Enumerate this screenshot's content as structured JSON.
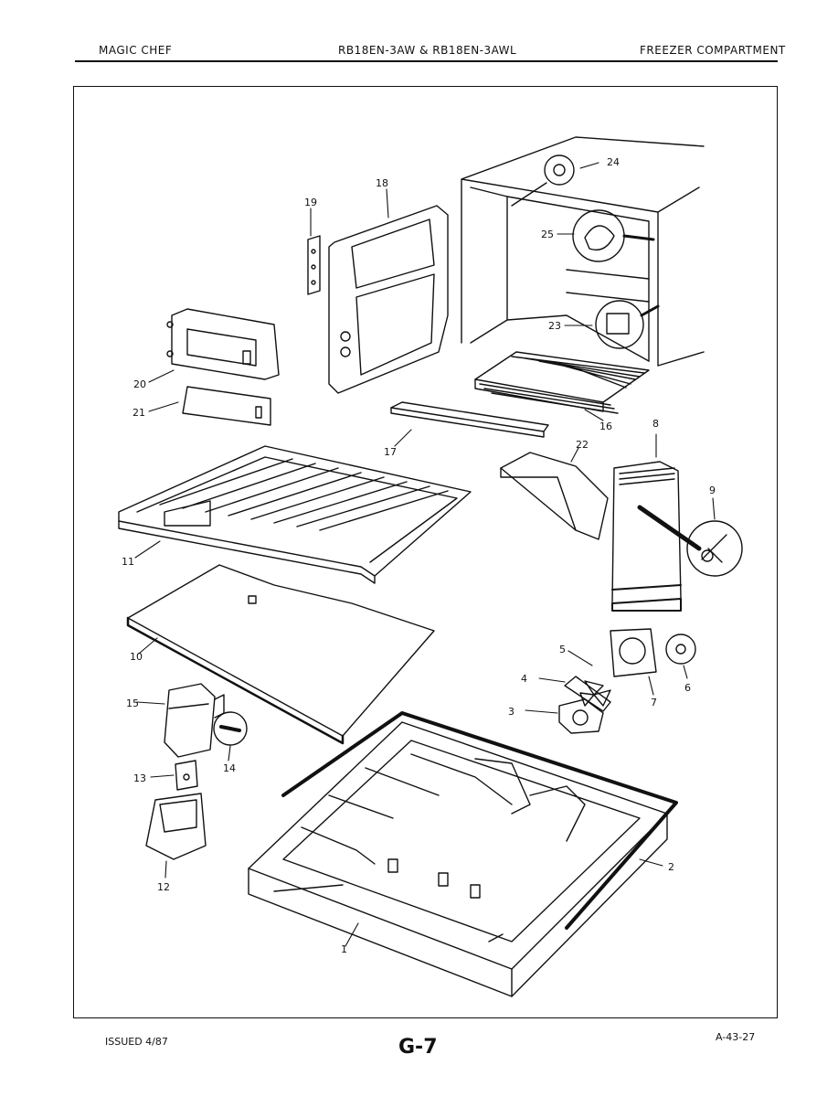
{
  "header": {
    "left": "MAGIC CHEF",
    "center": "RB18EN-3AW & RB18EN-3AWL",
    "right": "FREEZER COMPARTMENT"
  },
  "callouts": {
    "c1": "1",
    "c2": "2",
    "c3": "3",
    "c4": "4",
    "c5": "5",
    "c6": "6",
    "c7": "7",
    "c8": "8",
    "c9": "9",
    "c10": "10",
    "c11": "11",
    "c12": "12",
    "c13": "13",
    "c14": "14",
    "c15": "15",
    "c16": "16",
    "c17": "17",
    "c18": "18",
    "c19": "19",
    "c20": "20",
    "c21": "21",
    "c22": "22",
    "c23": "23",
    "c24": "24",
    "c25": "25"
  },
  "footer": {
    "issued": "ISSUED 4/87",
    "page": "G-7",
    "code": "A-43-27"
  }
}
